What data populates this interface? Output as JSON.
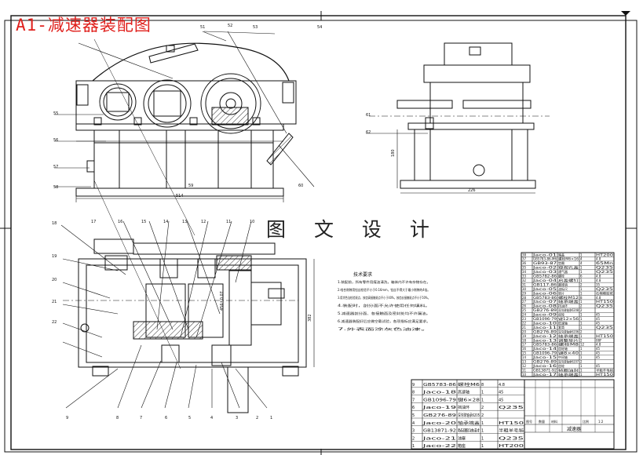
{
  "drawing": {
    "title": "A1-减速器装配图",
    "watermark": "图 文 设 计"
  },
  "colors": {
    "title": "#e0201c",
    "lines": "#111111",
    "hatch": "#333333",
    "paper": "#ffffff"
  },
  "top_view_balloons": [
    "51",
    "52",
    "53",
    "54",
    "55",
    "56",
    "57",
    "58",
    "59",
    "60",
    "61",
    "62"
  ],
  "section_balloons_top": [
    "17",
    "16",
    "15",
    "14",
    "13",
    "12",
    "11",
    "10"
  ],
  "section_balloons_left": [
    "18",
    "19",
    "20",
    "21",
    "22"
  ],
  "section_balloons_bottom": [
    "9",
    "8",
    "7",
    "6",
    "5",
    "4",
    "3",
    "2",
    "1"
  ],
  "dimensions": {
    "front_width": "514",
    "side_width": "226",
    "side_height": "180",
    "center_distance": "456±0.07",
    "section_height": "382"
  },
  "notes": {
    "heading": "技术要求",
    "lines": [
      "1.装配前，所有零件用煤油清洗，箱体内不许有杂物存在。",
      "2.啮合侧隙用铅丝检验不小于0.16mm，铅丝不得大于最小侧隙的4倍。",
      "3.用涂色法检验斑点，按齿高接触斑点不小于40%，按齿长接触斑点不小于50%。",
      "4.装配时，剖分面不允许使用任何填料。",
      "5.减速器剖分面、各接触面及密封处均不许漏油。",
      "6.减速器装配好后应做空载试验，各项指标应满足要求。",
      "7.外表面涂灰色油漆。"
    ]
  },
  "parts_list_upper": [
    [
      "38",
      "Jaco-01",
      "箱盖",
      "1",
      "HT200"
    ],
    [
      "37",
      "GB5783-86-M6",
      "螺栓M6×16",
      "4",
      "4.8"
    ],
    [
      "36",
      "GB93-87",
      "垫圈",
      "4",
      "65Mn"
    ],
    [
      "35",
      "Jaco-02",
      "窥视孔盖",
      "1",
      "Q235"
    ],
    [
      "34",
      "Jaco-03",
      "通气器",
      "1",
      "Q235"
    ],
    [
      "33",
      "GB5782-86",
      "螺栓",
      "6",
      "4.8"
    ],
    [
      "32",
      "Jaco-04",
      "启盖螺钉",
      "1",
      "4.8"
    ],
    [
      "31",
      "GB117-86",
      "圆锥销",
      "2",
      "35"
    ],
    [
      "30",
      "Jaco-05",
      "油标尺",
      "1",
      "Q235"
    ],
    [
      "29",
      "Jaco-06",
      "垫片",
      "1",
      "石棉橡胶纸"
    ],
    [
      "28",
      "GB5783-86",
      "螺栓M12",
      "8",
      "4.8"
    ],
    [
      "27",
      "Jaco-07",
      "轴承端盖",
      "1",
      "HT150"
    ],
    [
      "26",
      "Jaco-08",
      "挡油环",
      "2",
      "Q235"
    ],
    [
      "25",
      "GB276-89",
      "深沟球轴承6208",
      "2",
      ""
    ],
    [
      "24",
      "Jaco-09",
      "齿轮",
      "1",
      "45"
    ],
    [
      "23",
      "GB1096-79",
      "键12×56",
      "1",
      "45"
    ],
    [
      "22",
      "Jaco-10",
      "低速轴",
      "1",
      "45"
    ],
    [
      "21",
      "Jaco-11",
      "套筒",
      "1",
      "Q235"
    ],
    [
      "20",
      "GB276-89",
      "深沟球轴承6206",
      "2",
      ""
    ],
    [
      "19",
      "Jaco-12",
      "轴承端盖",
      "1",
      "HT150"
    ],
    [
      "18",
      "Jaco-13",
      "调整垫片",
      "2",
      "08F"
    ],
    [
      "17",
      "GB5783-86",
      "螺栓M8",
      "12",
      "4.8"
    ],
    [
      "16",
      "Jaco-14",
      "齿轮轴",
      "1",
      "45"
    ],
    [
      "15",
      "GB1096-79",
      "键8×40",
      "1",
      "45"
    ],
    [
      "14",
      "Jaco-15",
      "中间轴",
      "1",
      "45"
    ],
    [
      "13",
      "GB276-89",
      "深沟球轴承6207",
      "2",
      ""
    ],
    [
      "12",
      "Jaco-16",
      "齿轮",
      "1",
      "45"
    ],
    [
      "11",
      "GB13871-92",
      "毡圈油封",
      "1",
      "半粗羊毛毡"
    ],
    [
      "10",
      "Jaco-17",
      "轴承端盖",
      "1",
      "HT150"
    ]
  ],
  "parts_list_lower": [
    [
      "9",
      "GB5783-86",
      "螺栓M6",
      "8",
      "4.8"
    ],
    [
      "8",
      "Jaco-18",
      "高速轴",
      "1",
      "45"
    ],
    [
      "7",
      "GB1096-79",
      "键6×28",
      "1",
      "45"
    ],
    [
      "6",
      "Jaco-19",
      "挡油环",
      "2",
      "Q235"
    ],
    [
      "5",
      "GB276-89",
      "深沟球轴承6205",
      "2",
      ""
    ],
    [
      "4",
      "Jaco-20",
      "轴承端盖",
      "1",
      "HT150"
    ],
    [
      "3",
      "GB13871-92",
      "毡圈油封",
      "1",
      "半粗羊毛毡"
    ],
    [
      "2",
      "Jaco-21",
      "油塞",
      "1",
      "Q235"
    ],
    [
      "1",
      "Jaco-22",
      "箱座",
      "1",
      "HT200"
    ]
  ],
  "title_block": {
    "name_label": "减速器",
    "scale_label": "比例",
    "scale_value": "1:2",
    "sheet_label": "图号",
    "material_label": "材料",
    "qty_label": "数量"
  }
}
